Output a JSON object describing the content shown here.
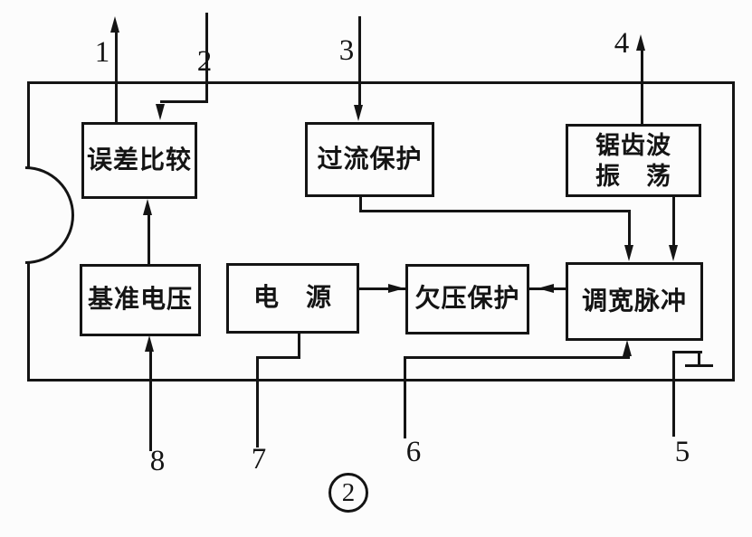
{
  "figure_label": "2",
  "blocks": [
    {
      "name": "error-comparator",
      "label": "误差比较"
    },
    {
      "name": "overcurrent-protection",
      "label": "过流保护"
    },
    {
      "name": "sawtooth-oscillator",
      "line1": "锯齿波",
      "line2": "振　荡"
    },
    {
      "name": "reference-voltage",
      "label": "基准电压"
    },
    {
      "name": "power-supply",
      "label": "电　源"
    },
    {
      "name": "undervoltage-protection",
      "label": "欠压保护"
    },
    {
      "name": "pwm-pulse",
      "label": "调宽脉冲"
    }
  ],
  "pins": [
    {
      "number": "1"
    },
    {
      "number": "2"
    },
    {
      "number": "3"
    },
    {
      "number": "4"
    },
    {
      "number": "5"
    },
    {
      "number": "6"
    },
    {
      "number": "7"
    },
    {
      "number": "8"
    }
  ],
  "colors": {
    "ink": "#141414",
    "paper": "#fcfcfc"
  }
}
